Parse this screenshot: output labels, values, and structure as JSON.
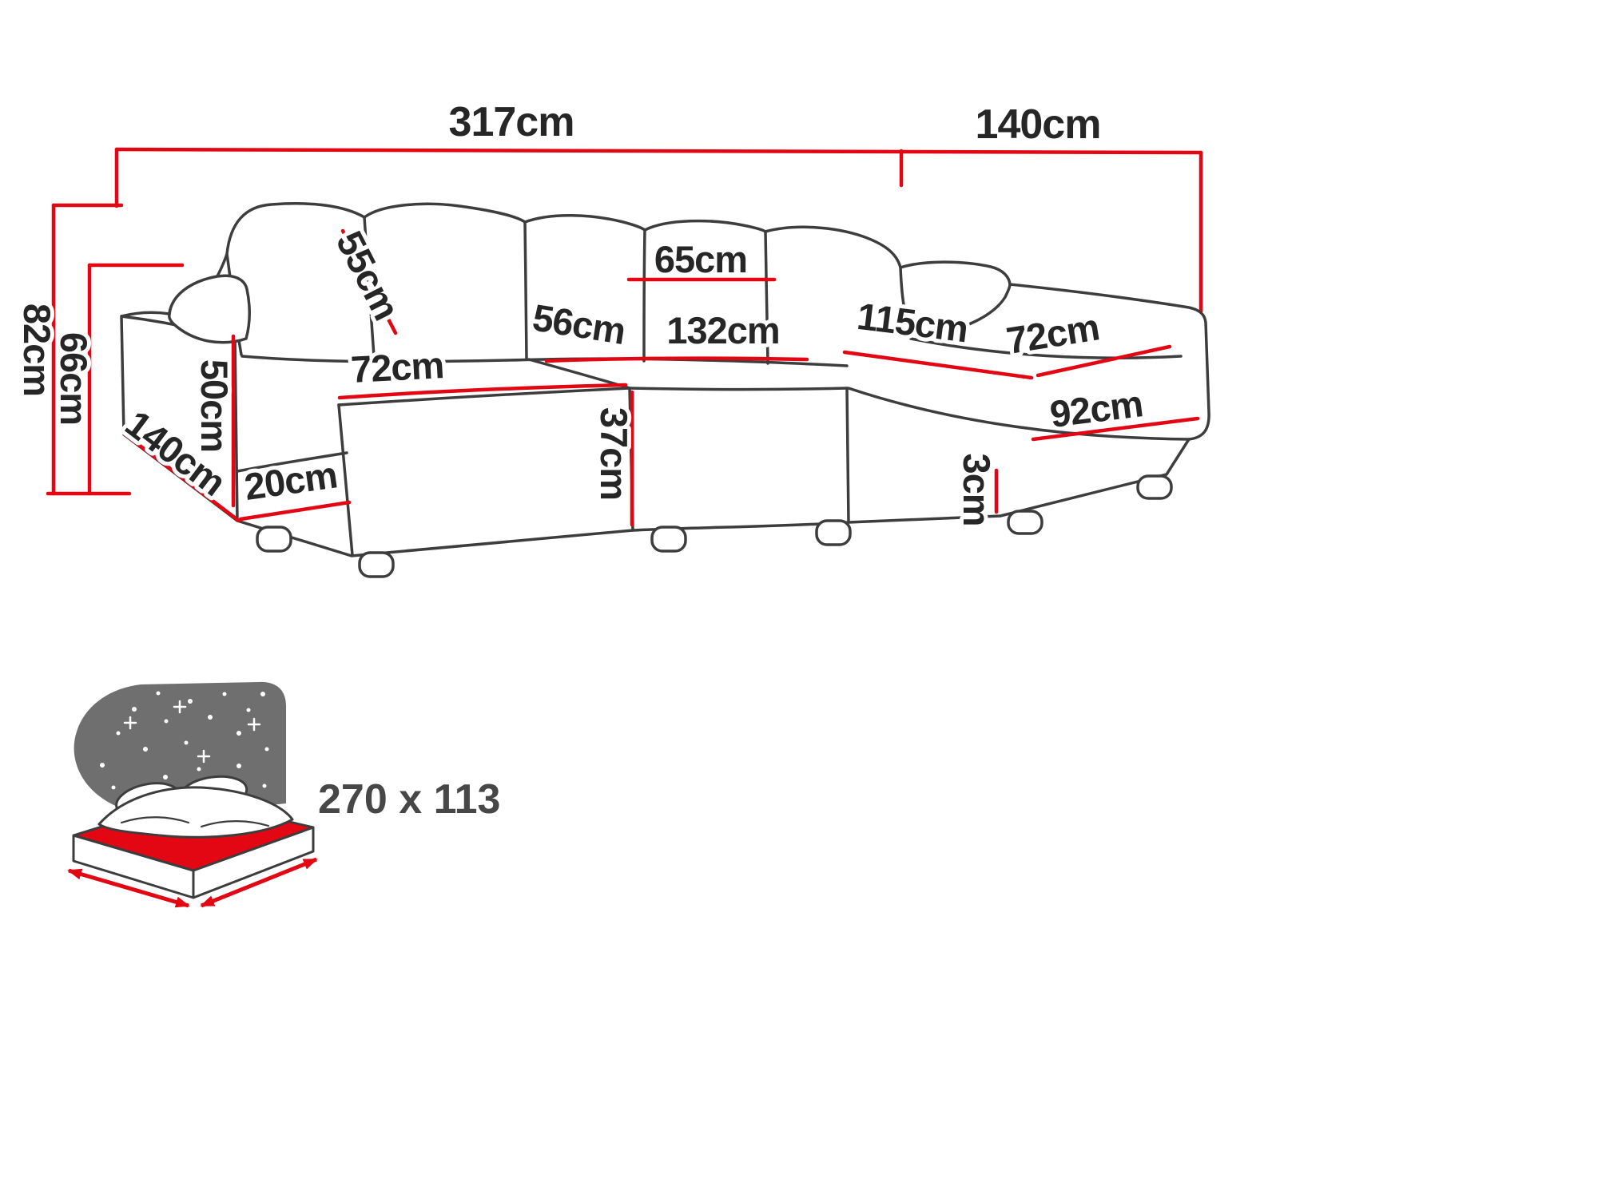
{
  "diagram": {
    "type": "sofa-dimension-diagram",
    "colors": {
      "dimension_line": "#e30613",
      "outline": "#3d3d3d",
      "label_text": "#262626",
      "sleep_icon_gray": "#6f6f6f",
      "sleep_label_text": "#474747"
    },
    "overall": {
      "total_width": "317cm",
      "right_depth": "140cm",
      "total_height": "82cm",
      "backrest_height": "66cm"
    },
    "cushions": {
      "back_cushion_height": "55cm",
      "middle_cushion_width": "65cm"
    },
    "seats": {
      "seat_depth": "56cm",
      "middle_seat_width": "132cm",
      "right_seat_length": "115cm",
      "right_seat_width": "72cm",
      "left_seat_width": "72cm",
      "seat_front_height": "37cm"
    },
    "left_section": {
      "armrest_front_height": "50cm",
      "section_depth": "140cm",
      "armrest_width": "20cm"
    },
    "right_section": {
      "chaise_front_length": "92cm",
      "leg_height": "3cm"
    },
    "sleeping_area": {
      "icon": "bed-night-sleeping-icon",
      "dimensions_label": "270 x 113"
    }
  }
}
